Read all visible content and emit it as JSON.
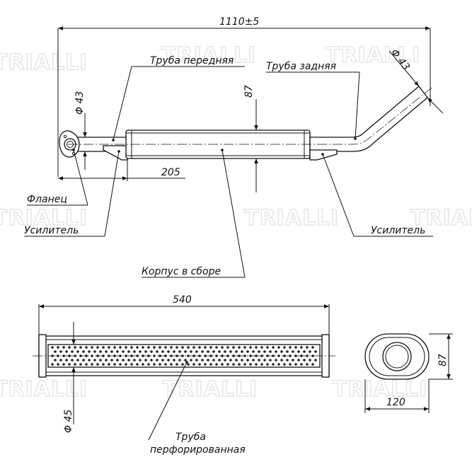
{
  "watermark": "TRIALLI",
  "dimensions": {
    "overall_length": "1110±5",
    "front_pipe_diameter": "Φ 43",
    "rear_pipe_diameter": "Φ 43",
    "body_height": "87",
    "front_offset": "205",
    "body_length": "540",
    "perforated_diameter": "Φ 45",
    "section_width": "120",
    "section_height": "87"
  },
  "labels": {
    "front_pipe": "Труба передняя",
    "rear_pipe": "Труба задняя",
    "flange": "Фланец",
    "reinforcement_left": "Усилитель",
    "reinforcement_right": "Усилитель",
    "body_assembly": "Корпус в сборе",
    "perforated_pipe_line1": "Труба",
    "perforated_pipe_line2": "перфорированная"
  }
}
